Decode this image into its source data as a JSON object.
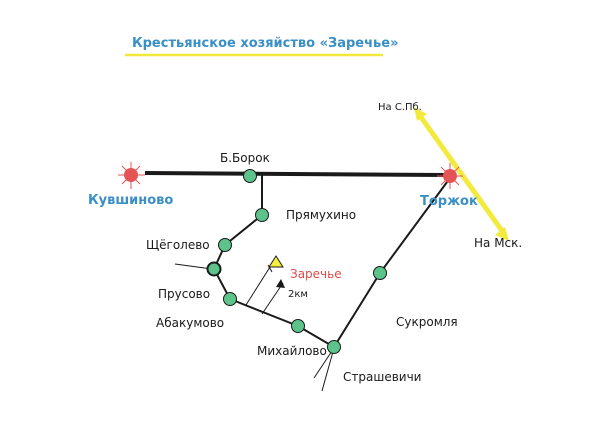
{
  "title": "Крестьянское  хозяйство «Заречье»",
  "cities": {
    "kuvshinovo": "Кувшиново",
    "torzhok": "Торжок"
  },
  "directions": {
    "spb": "На С.Пб.",
    "msk": "На Мск."
  },
  "villages": {
    "b_borok": "Б.Борок",
    "pryamukhino": "Прямухино",
    "shchegolevo": "Щёголево",
    "prusovo": "Прусово",
    "abakumovo": "Абакумово",
    "mikhaylovo": "Михайлово",
    "strashevichi": "Страшевичи",
    "sukromlya": "Сукромля"
  },
  "farm": {
    "name": "Заречье",
    "distance": "2км"
  },
  "colors": {
    "title": "#3a8fc5",
    "title_underline": "#f2e83a",
    "road": "#1a1a1a",
    "village_node": "#5cc48a",
    "city_sun": "#e35555",
    "rail": "#f2ea3c",
    "farm": "#e04a4a",
    "farm_triangle": "#f5ef3a"
  }
}
